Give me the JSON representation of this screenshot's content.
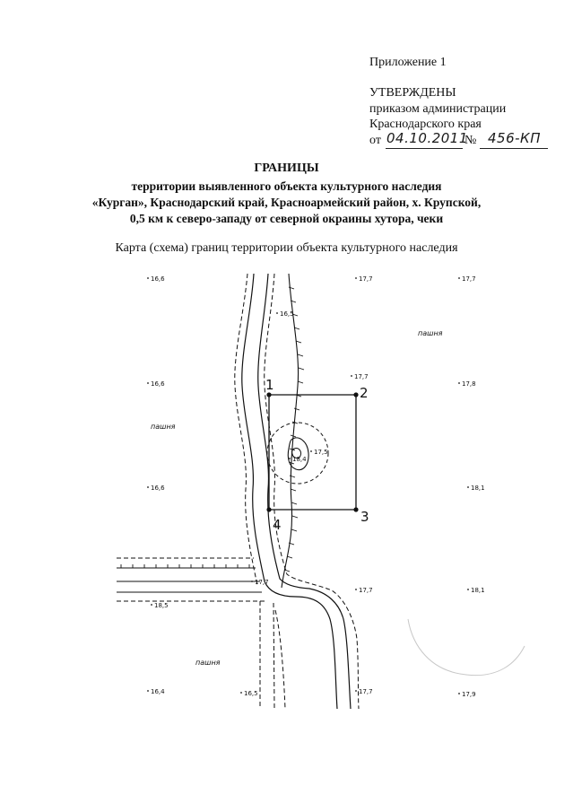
{
  "header": {
    "appendix": "Приложение 1",
    "approved": "УТВЕРЖДЕНЫ",
    "order_line": "приказом администрации",
    "region_line": "Краснодарского края",
    "from_label": "от",
    "date_handwritten": "04.10.2011",
    "number_label": "№",
    "number_handwritten": "456-КП"
  },
  "title": {
    "main": "ГРАНИЦЫ",
    "line1": "территории выявленного объекта культурного наследия",
    "line2": "«Курган», Краснодарский край, Красноармейский район, х. Крупской,",
    "line3": "0,5 км к северо-западу от северной окраины хутора, чеки"
  },
  "map": {
    "caption": "Карта (схема) границ территории объекта культурного наследия",
    "field_label": "пашня",
    "boundary_points": [
      "1",
      "2",
      "3",
      "4"
    ],
    "elevations": [
      {
        "label": "16,6",
        "x": 0,
        "y": 0
      },
      {
        "label": "17,7",
        "x": 0,
        "y": 0
      },
      {
        "label": "17,7",
        "x": 0,
        "y": 0
      },
      {
        "label": "16,5",
        "x": 0,
        "y": 0
      },
      {
        "label": "17,7",
        "x": 0,
        "y": 0
      },
      {
        "label": "16,6",
        "x": 0,
        "y": 0
      },
      {
        "label": "17,8",
        "x": 0,
        "y": 0
      },
      {
        "label": "17,5",
        "x": 0,
        "y": 0
      },
      {
        "label": "18,4",
        "x": 0,
        "y": 0
      },
      {
        "label": "16,6",
        "x": 0,
        "y": 0
      },
      {
        "label": "18,1",
        "x": 0,
        "y": 0
      },
      {
        "label": "17,7",
        "x": 0,
        "y": 0
      },
      {
        "label": "18,5",
        "x": 0,
        "y": 0
      },
      {
        "label": "17,7",
        "x": 0,
        "y": 0
      },
      {
        "label": "18,1",
        "x": 0,
        "y": 0
      },
      {
        "label": "16,4",
        "x": 0,
        "y": 0
      },
      {
        "label": "16,5",
        "x": 0,
        "y": 0
      },
      {
        "label": "17,7",
        "x": 0,
        "y": 0
      },
      {
        "label": "17,9",
        "x": 0,
        "y": 0
      }
    ]
  }
}
